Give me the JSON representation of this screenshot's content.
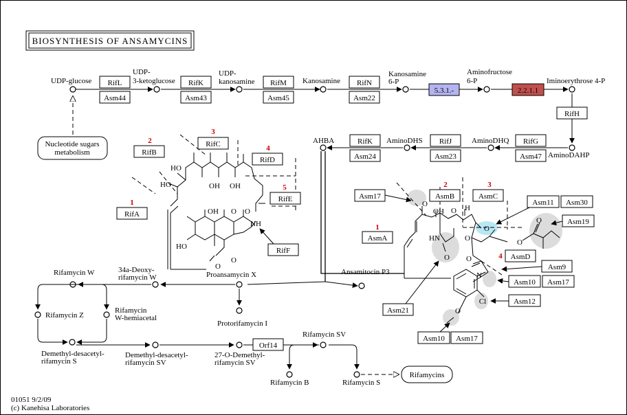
{
  "title": "BIOSYNTHESIS OF ANSAMYCINS",
  "footer": {
    "map_id": "01051 9/2/09",
    "copyright": "(c) Kanehisa Laboratories"
  },
  "compounds": {
    "udp_glucose": "UDP-glucose",
    "udp_3_ketoglucose_1": "UDP-",
    "udp_3_ketoglucose_2": "3-ketoglucose",
    "udp_kanosamine_1": "UDP-",
    "udp_kanosamine_2": "kanosamine",
    "kanosamine": "Kanosamine",
    "kanosamine_6p_1": "Kanosamine",
    "kanosamine_6p_2": "6-P",
    "aminofructose_1": "Aminofructose",
    "aminofructose_2": "6-P",
    "iminoerythrose": "Iminoerythrose 4-P",
    "aminodahp": "AminoDAHP",
    "aminodhq": "AminoDHQ",
    "aminodhs": "AminoDHS",
    "ahba": "AHBA",
    "rifamycin_w": "Rifamycin W",
    "deoxy_1": "34a-Deoxy-",
    "deoxy_2": "rifamycin W",
    "proansamycin": "Proansamycin X",
    "ansamitocin": "Ansamitocin P3",
    "protorifamycin": "Protorifamycin I",
    "rifamycin_z": "Rifamycin Z",
    "rifamycin_w_hemiacetal_1": "Rifamycin",
    "rifamycin_w_hemiacetal_2": "W-hemiacetal",
    "demethyl_s_1": "Demethyl-desacetyl-",
    "demethyl_s_2": "rifamycin S",
    "demethyl_sv_1": "Demethyl-desacetyl-",
    "demethyl_sv_2": "rifamycin SV",
    "o_demethyl_1": "27-O-Demethyl-",
    "o_demethyl_2": "rifamycin SV",
    "rifamycin_sv": "Rifamycin SV",
    "rifamycin_b": "Rifamycin B",
    "rifamycin_s": "Rifamycin S"
  },
  "maps": {
    "nucleotide_sugars_1": "Nucleotide sugars",
    "nucleotide_sugars_2": "metabolism",
    "rifamycins": "Rifamycins"
  },
  "enzymes": {
    "rifL": "RifL",
    "asm44": "Asm44",
    "rifK1": "RifK",
    "asm43": "Asm43",
    "rifM": "RifM",
    "asm45": "Asm45",
    "rifN": "RifN",
    "asm22": "Asm22",
    "ec531": "5.3.1.-",
    "ec2211": "2.2.1.1",
    "rifH": "RifH",
    "rifG": "RifG",
    "asm47": "Asm47",
    "rifJ": "RifJ",
    "asm23": "Asm23",
    "rifK2": "RifK",
    "asm24": "Asm24",
    "rifA": "RifA",
    "rifB": "RifB",
    "rifC": "RifC",
    "rifD": "RifD",
    "rifE": "RifE",
    "rifF": "RifF",
    "asm17a": "Asm17",
    "asmB": "AsmB",
    "asmC": "AsmC",
    "asmA": "AsmA",
    "asmD": "AsmD",
    "asm11": "Asm11",
    "asm30": "Asm30",
    "asm19": "Asm19",
    "asm9": "Asm9",
    "asm10a": "Asm10",
    "asm17b": "Asm17",
    "asm12": "Asm12",
    "asm21": "Asm21",
    "asm10b": "Asm10",
    "asm17c": "Asm17",
    "orf14": "Orf14"
  },
  "module_numbers": {
    "rif1": "1",
    "rif2": "2",
    "rif3": "3",
    "rif4": "4",
    "rif5": "5",
    "asm1": "1",
    "asm2": "2",
    "asm3": "3",
    "asm4": "4"
  },
  "atoms": {
    "ho1": "HO",
    "ho2": "HO",
    "ho3": "HO",
    "oh1": "OH",
    "oh2": "OH",
    "oh3": "OH",
    "o1": "O",
    "o2": "O",
    "o3": "O",
    "o4": "O",
    "nh": "NH",
    "asm_o1": "O",
    "asm_oh": "OH",
    "asm_o2": "O",
    "asm_h": "H",
    "asm_o3": "O",
    "asm_hn": "HN",
    "asm_o4": "O",
    "asm_o5": "O",
    "asm_o6": "O",
    "asm_o7": "O",
    "asm_n": "N",
    "asm_cl": "Cl",
    "asm_o8": "O",
    "asm_o9": "O"
  },
  "colors": {
    "ec531_fill": "#b4b4f0",
    "ec2211_fill": "#c0504d",
    "highlight_gray": "#dcdcdc",
    "highlight_cyan": "#b8e8f4"
  }
}
